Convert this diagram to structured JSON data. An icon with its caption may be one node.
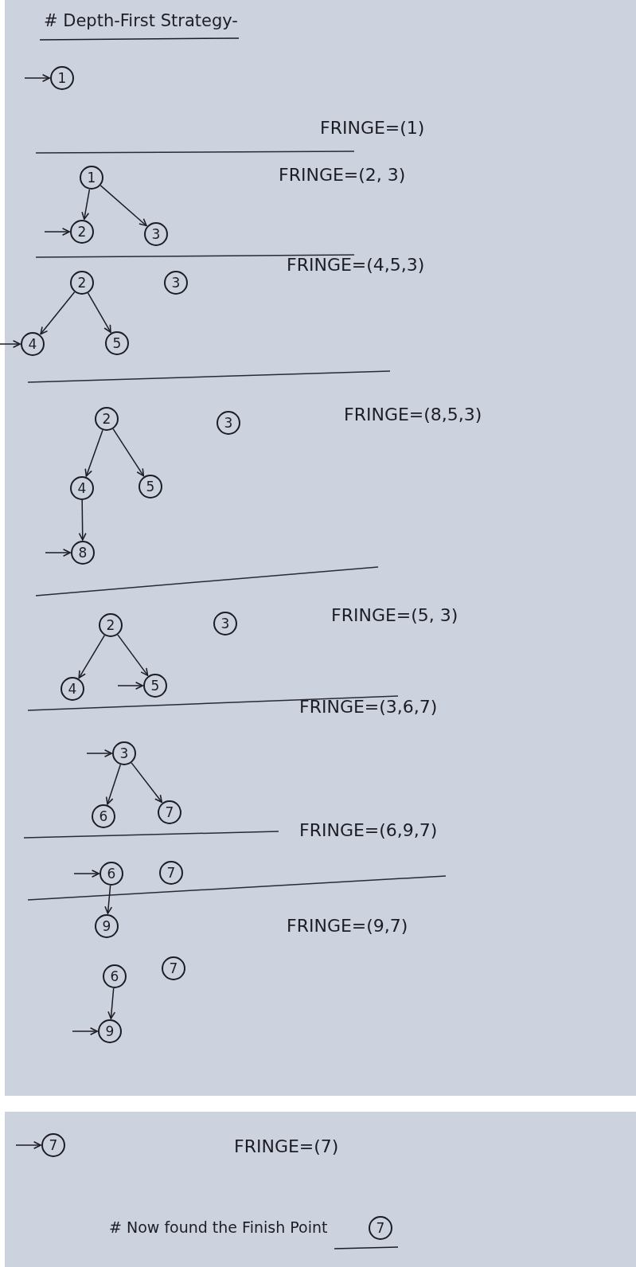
{
  "diagram": {
    "title": "# Depth-First Strategy-",
    "nodes": [
      {
        "text": [
          "1"
        ]
      },
      {
        "text": [
          "1"
        ]
      },
      {
        "text": [
          "2"
        ]
      },
      {
        "text": [
          "3"
        ]
      },
      {
        "text": [
          "2"
        ]
      },
      {
        "text": [
          "3"
        ]
      },
      {
        "text": [
          "4"
        ]
      },
      {
        "text": [
          "5"
        ]
      },
      {
        "text": [
          "2"
        ]
      },
      {
        "text": [
          "3"
        ]
      },
      {
        "text": [
          "4"
        ]
      },
      {
        "text": [
          "5"
        ]
      },
      {
        "text": [
          "8"
        ]
      },
      {
        "text": [
          "2"
        ]
      },
      {
        "text": [
          "3"
        ]
      },
      {
        "text": [
          "4"
        ]
      },
      {
        "text": [
          "5"
        ]
      },
      {
        "text": [
          "3"
        ]
      },
      {
        "text": [
          "6"
        ]
      },
      {
        "text": [
          "7"
        ]
      },
      {
        "text": [
          "6"
        ]
      },
      {
        "text": [
          "7"
        ]
      },
      {
        "text": [
          "9"
        ]
      },
      {
        "text": [
          "6"
        ]
      },
      {
        "text": [
          "7"
        ]
      },
      {
        "text": [
          "9"
        ]
      },
      {
        "text": [
          "7"
        ]
      },
      {
        "text": [
          "7"
        ]
      }
    ],
    "edges": [
      {
        "from": null,
        "to": 0,
        "arrow": "to"
      },
      {
        "from": 1,
        "to": 2,
        "arrow": "to"
      },
      {
        "from": 1,
        "to": 3,
        "arrow": "to"
      },
      {
        "from": null,
        "to": 2,
        "arrow": "to"
      },
      {
        "from": 4,
        "to": 6,
        "arrow": "to"
      },
      {
        "from": 4,
        "to": 7,
        "arrow": "to"
      },
      {
        "from": null,
        "to": 6,
        "arrow": "to"
      },
      {
        "from": 8,
        "to": 10,
        "arrow": "to"
      },
      {
        "from": 8,
        "to": 11,
        "arrow": "to"
      },
      {
        "from": 10,
        "to": 12,
        "arrow": "to"
      },
      {
        "from": null,
        "to": 12,
        "arrow": "to"
      },
      {
        "from": 13,
        "to": 15,
        "arrow": "to"
      },
      {
        "from": 13,
        "to": 16,
        "arrow": "to"
      },
      {
        "from": null,
        "to": 16,
        "arrow": "to"
      },
      {
        "from": null,
        "to": 17,
        "arrow": "to"
      },
      {
        "from": 17,
        "to": 18,
        "arrow": "to"
      },
      {
        "from": 17,
        "to": 19,
        "arrow": "to"
      },
      {
        "from": null,
        "to": 20,
        "arrow": "to"
      },
      {
        "from": 20,
        "to": 22,
        "arrow": "to"
      },
      {
        "from": 23,
        "to": 25,
        "arrow": "to"
      },
      {
        "from": null,
        "to": 25,
        "arrow": "to"
      },
      {
        "from": null,
        "to": 26,
        "arrow": "to"
      }
    ],
    "labels": [
      "FRINGE=(1)",
      "FRINGE=(2, 3)",
      "FRINGE=(4,5,3)",
      "FRINGE=(8,5,3)",
      "FRINGE=(5, 3)",
      "FRINGE=(3,6,7)",
      "FRINGE=(6,9,7)",
      "FRINGE=(9,7)",
      "FRINGE=(7)",
      "# Now found the Finish Point"
    ]
  }
}
